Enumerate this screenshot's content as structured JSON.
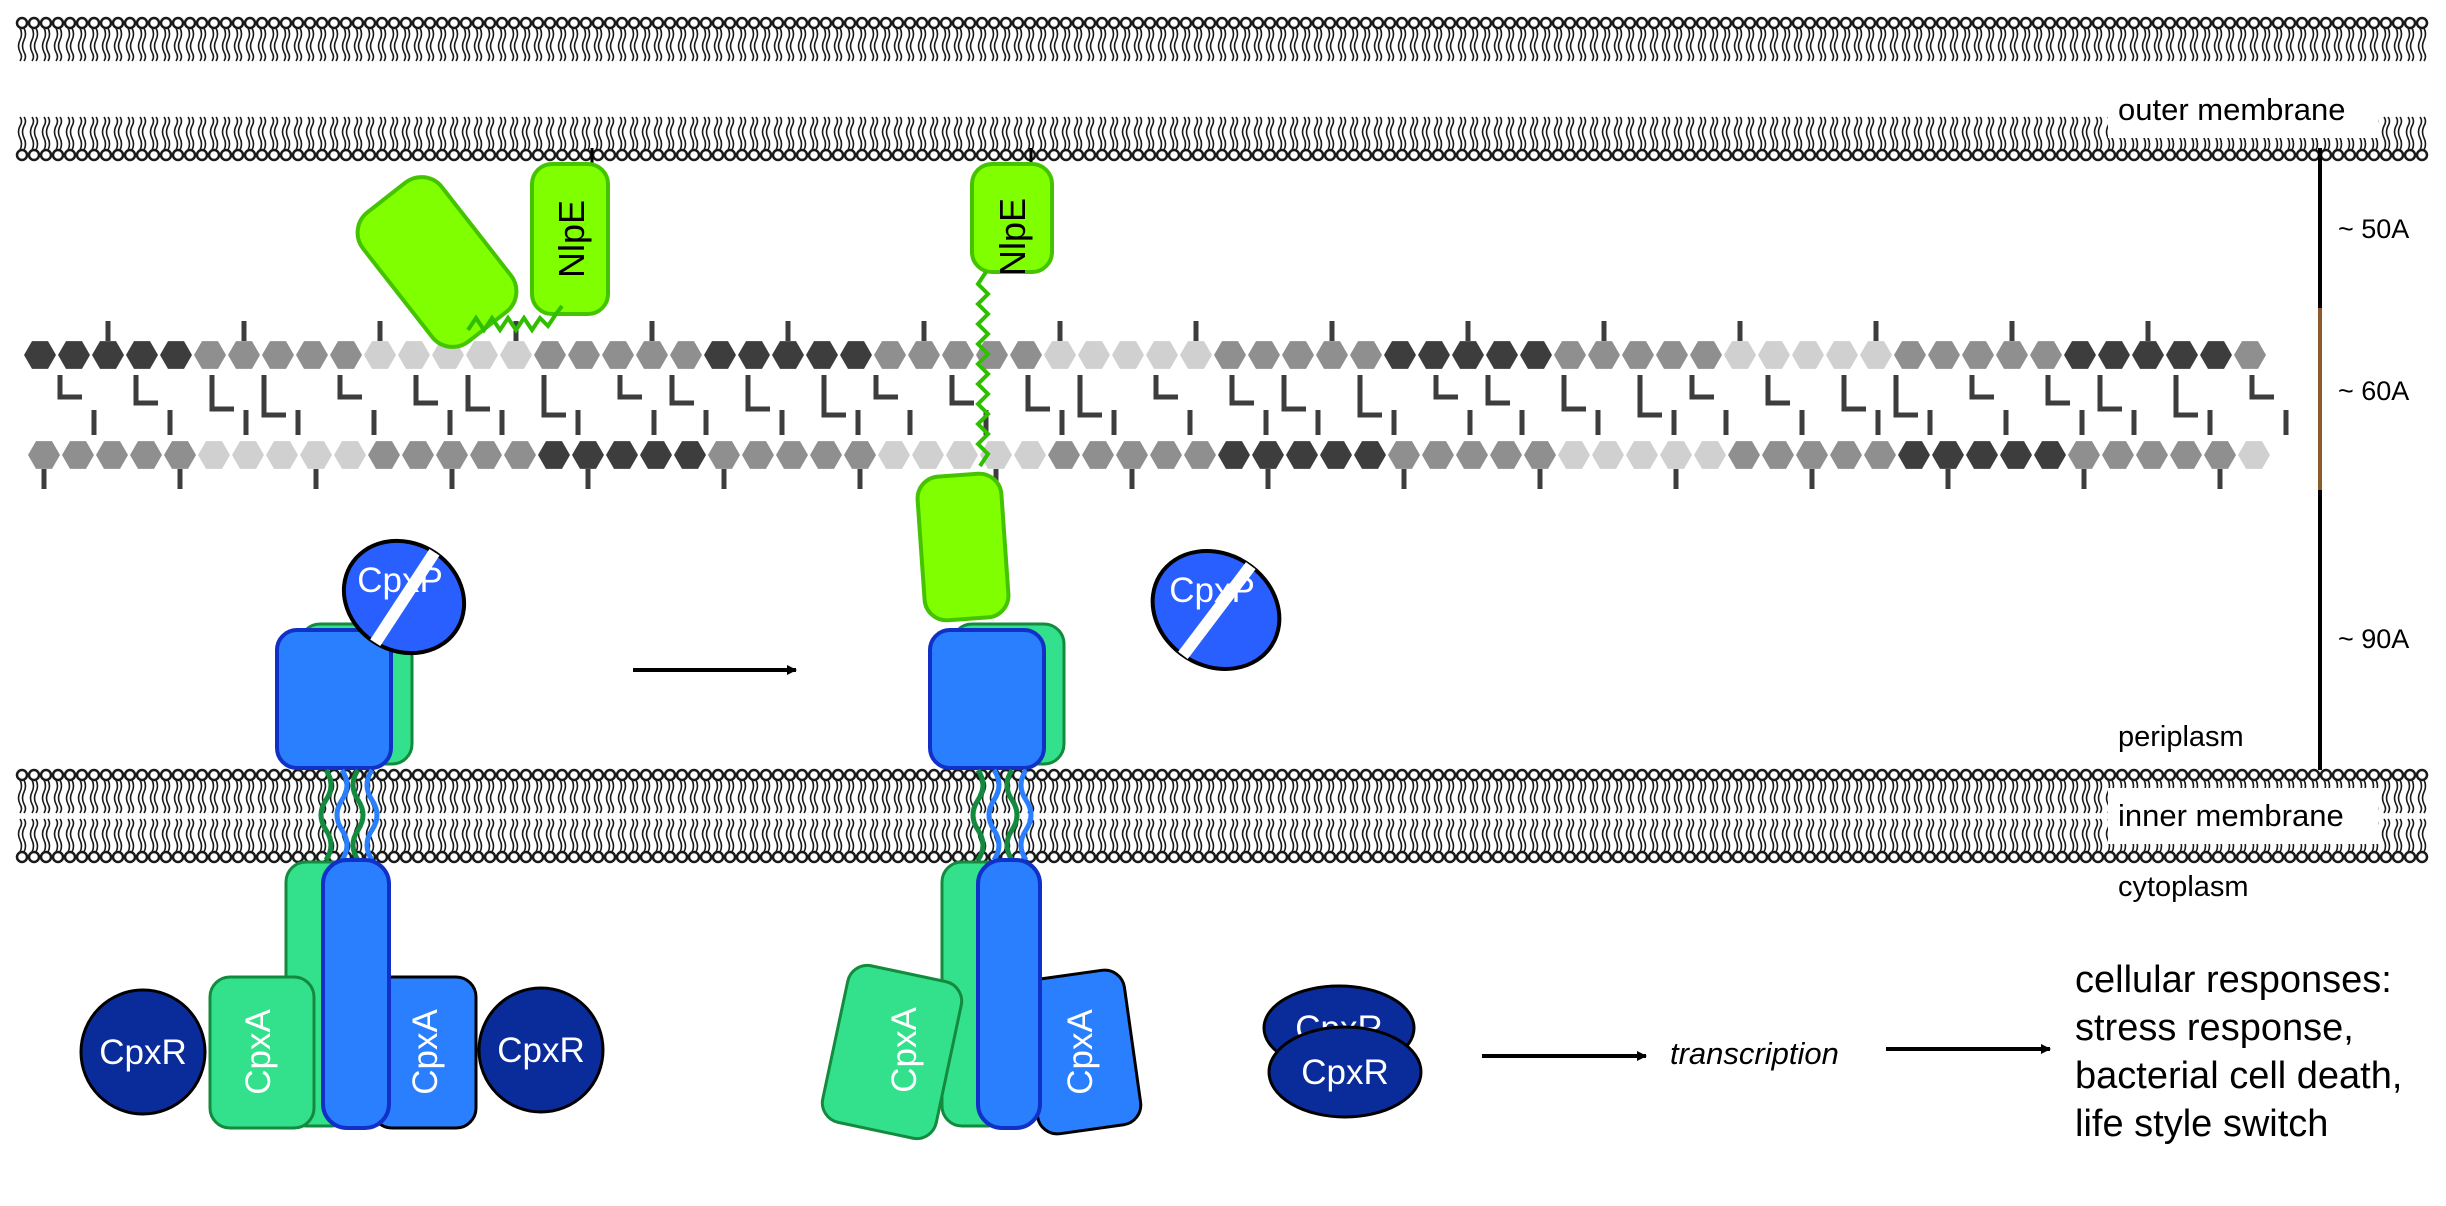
{
  "regions": {
    "outer_membrane": "outer membrane",
    "inner_membrane": "inner membrane",
    "periplasm": "periplasm",
    "cytoplasm": "cytoplasm"
  },
  "distances": [
    "~ 50A",
    "~ 60A",
    "~ 90A"
  ],
  "proteins": {
    "nlpe": "NlpE",
    "cpxp": "CpxP",
    "cpxa": "CpxA",
    "cpxr": "CpxR"
  },
  "transcription": "transcription",
  "responses": {
    "heading": "cellular responses:",
    "items": [
      "stress response,",
      "bacterial cell death,",
      "life style switch"
    ]
  },
  "colors": {
    "nlpe_green": "#7fff00",
    "cpxa_green": "#33e08c",
    "cpxa_blue": "#2a7fff",
    "cpxp_blue": "#2a5fff",
    "cpxr_navy": "#0a2c9a",
    "membrane_dark": "#1a1a1a",
    "peptidoglycan_dark": "#3d3d3d",
    "peptidoglycan_mid": "#8f8f8f",
    "peptidoglycan_light": "#d0d0d0"
  }
}
